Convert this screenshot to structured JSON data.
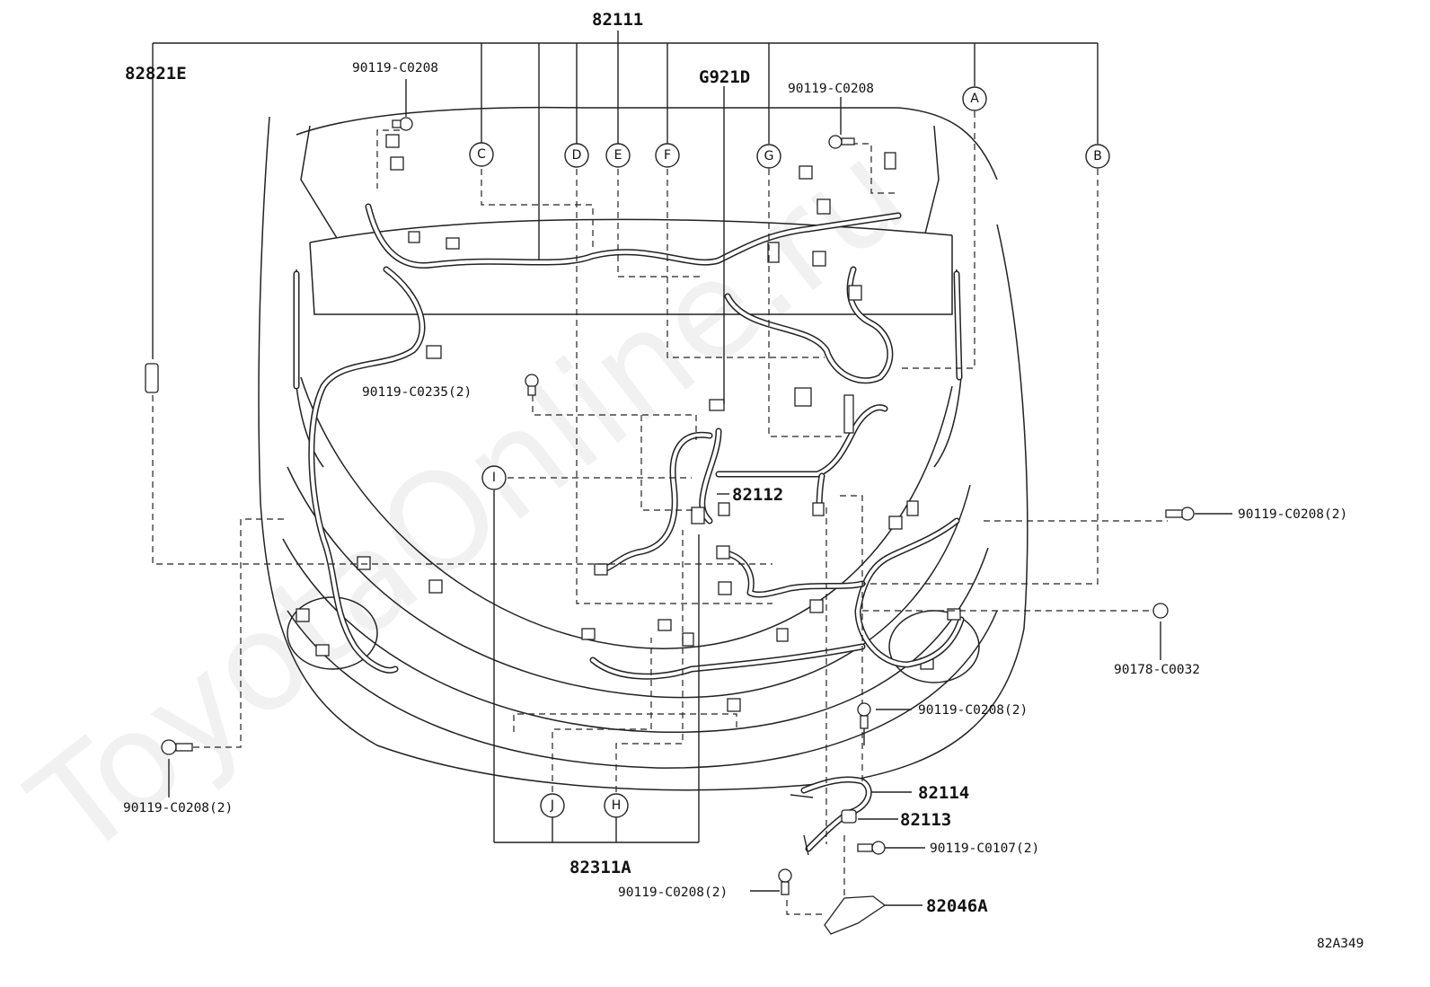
{
  "watermark": "ToyotaOnline.ru",
  "figure_code": "82A349",
  "callouts": {
    "c82111": "82111",
    "c82821E": "82821E",
    "cG921D": "G921D",
    "c82112": "82112",
    "c82311A": "82311A",
    "c82114": "82114",
    "c82113": "82113",
    "c82046A": "82046A",
    "bolt_top_left": "90119-C0208",
    "bolt_top_right": "90119-C0208",
    "bolt_center": "90119-C0235(2)",
    "bolt_right": "90119-C0208(2)",
    "bolt_left_bottom": "90119-C0208(2)",
    "clip_right": "90178-C0032",
    "bolt_lower_right": "90119-C0208(2)",
    "bolt_0107": "90119-C0107(2)",
    "bolt_bracket": "90119-C0208(2)"
  },
  "circle_letters": {
    "A": "A",
    "B": "B",
    "C": "C",
    "D": "D",
    "E": "E",
    "F": "F",
    "G": "G",
    "H": "H",
    "I": "I",
    "J": "J"
  }
}
